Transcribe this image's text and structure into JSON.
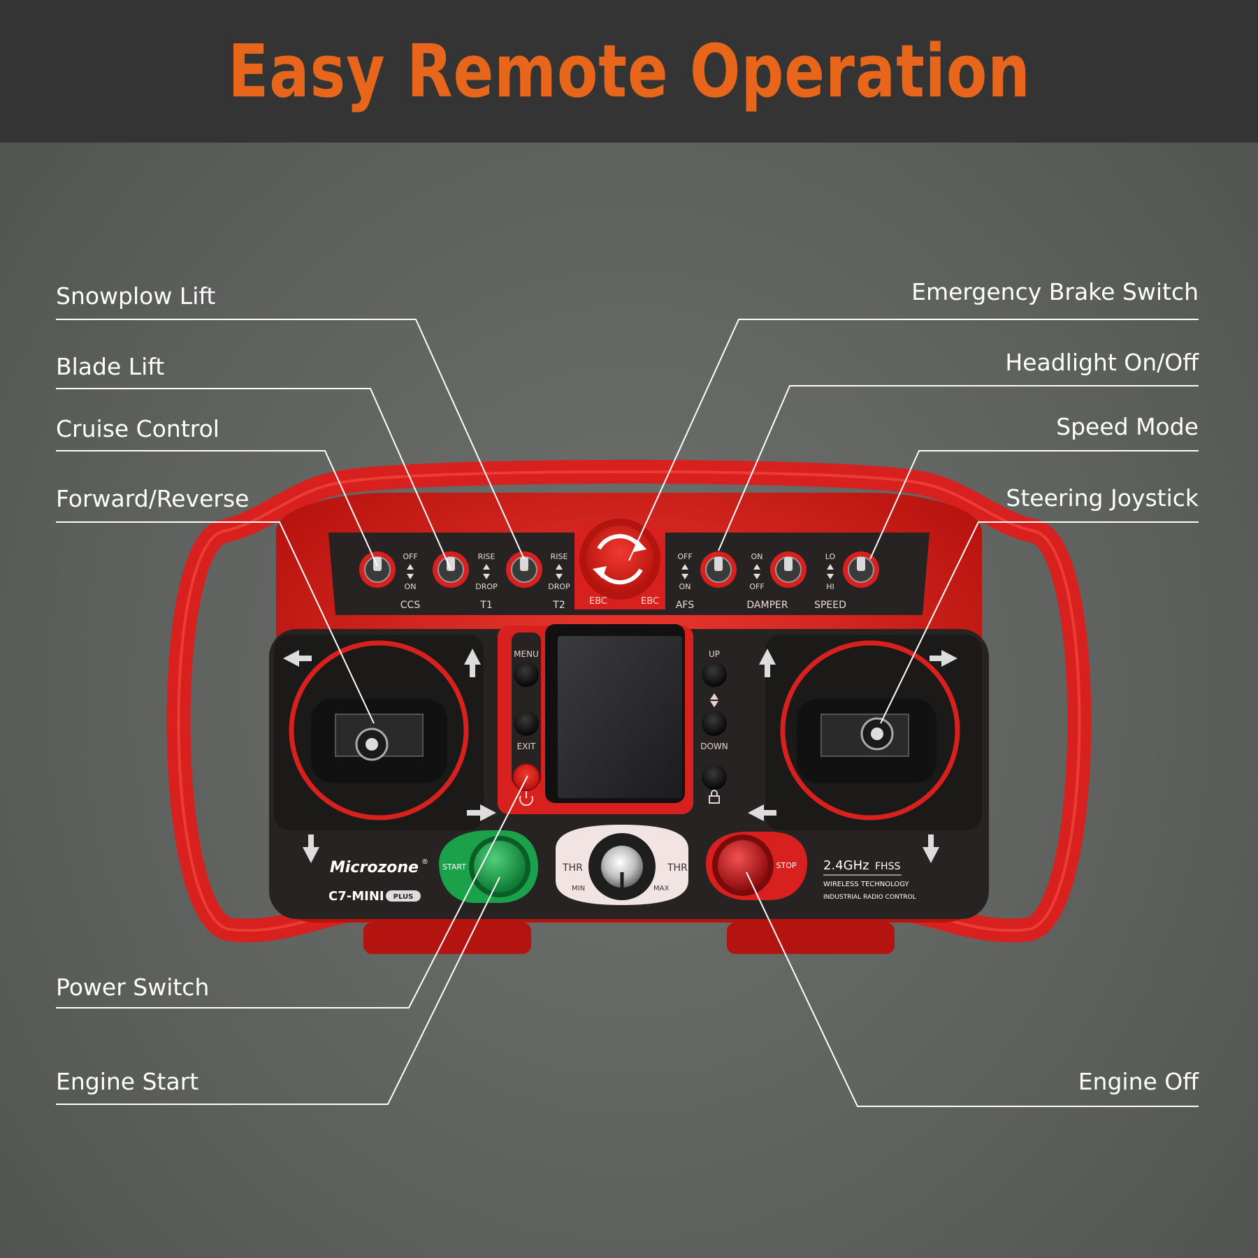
{
  "header": {
    "title": "Easy Remote Operation"
  },
  "callouts": {
    "snowplow_lift": "Snowplow Lift",
    "blade_lift": "Blade Lift",
    "cruise_control": "Cruise Control",
    "forward_reverse": "Forward/Reverse",
    "power_switch": "Power Switch",
    "engine_start": "Engine Start",
    "emergency_brake": "Emergency Brake Switch",
    "headlight": "Headlight On/Off",
    "speed_mode": "Speed Mode",
    "steering_joystick": "Steering Joystick",
    "engine_off": "Engine Off"
  },
  "controller": {
    "switches": {
      "ccs": {
        "label": "CCS",
        "top": "OFF",
        "bottom": "ON"
      },
      "t1": {
        "label": "T1",
        "top": "RISE",
        "bottom": "DROP"
      },
      "t2": {
        "label": "T2",
        "top": "RISE",
        "bottom": "DROP"
      },
      "afs": {
        "label": "AFS",
        "top": "OFF",
        "bottom": "ON"
      },
      "damper": {
        "label": "DAMPER",
        "top": "ON",
        "bottom": "OFF"
      },
      "speed": {
        "label": "SPEED",
        "top": "LO",
        "bottom": "HI"
      }
    },
    "ebc_left": "EBC",
    "ebc_right": "EBC",
    "menu": "MENU",
    "exit": "EXIT",
    "up": "UP",
    "down": "DOWN",
    "start": "START",
    "stop": "STOP",
    "thr_left": "THR",
    "thr_right": "THR",
    "min": "MIN",
    "max": "MAX",
    "brand": "Microzone",
    "brand_mark": "®",
    "model": "C7-MINI",
    "model_badge": "PLUS",
    "freq": "2.4GHz",
    "fhss": "FHSS",
    "tech": "WIRELESS TECHNOLOGY",
    "industrial": "INDUSTRIAL RADIO CONTROL"
  },
  "colors": {
    "accent_orange": "#e8661c",
    "body_red": "#d8211e",
    "panel_black": "#262322",
    "start_green": "#1aa14a",
    "stop_red": "#c8181b"
  }
}
